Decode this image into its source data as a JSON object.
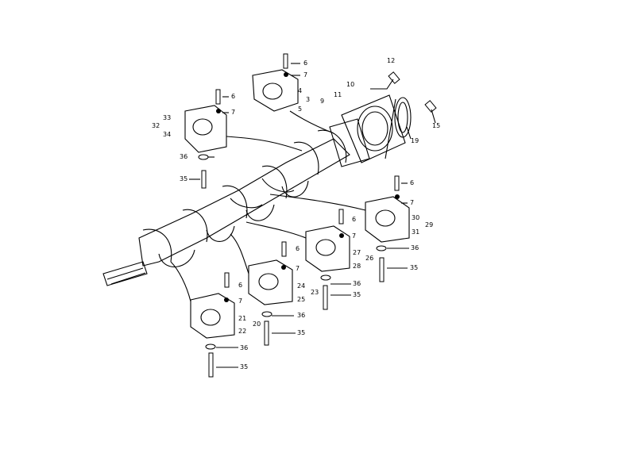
{
  "diagram": {
    "callouts": {
      "c6a": "6",
      "c7a": "7",
      "c4": "4",
      "c3": "3",
      "c5": "5",
      "c12": "12",
      "c10": "10",
      "c9": "9",
      "c11": "11",
      "c15": "15",
      "c19": "19",
      "c6b": "6",
      "c7b": "7",
      "c33": "33",
      "c32": "32",
      "c34": "34",
      "c36a": "36",
      "c35a": "35",
      "c6c": "6",
      "c7c": "7",
      "c30": "30",
      "c29": "29",
      "c31": "31",
      "c36b": "36",
      "c35b": "35",
      "c6d": "6",
      "c7d": "7",
      "c27": "27",
      "c26": "26",
      "c28": "28",
      "c36c": "36",
      "c35c": "35",
      "c6e": "6",
      "c7e": "7",
      "c24": "24",
      "c23": "23",
      "c25": "25",
      "c36d": "36",
      "c35d": "35",
      "c6f": "6",
      "c7f": "7",
      "c21": "21",
      "c20": "20",
      "c22": "22",
      "c36e": "36",
      "c35e": "35"
    }
  }
}
